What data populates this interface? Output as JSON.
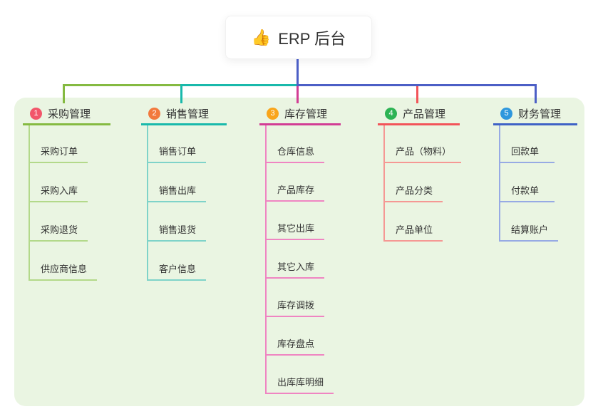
{
  "root": {
    "icon": "👍",
    "label": "ERP 后台"
  },
  "branches": [
    {
      "index": "1",
      "label": "采购管理",
      "badge_color": "#f2566a",
      "line_color": "#85ba41",
      "child_line_color": "#b3d98a",
      "children": [
        "采购订单",
        "采购入库",
        "采购退货",
        "供应商信息"
      ]
    },
    {
      "index": "2",
      "label": "销售管理",
      "badge_color": "#f2793d",
      "line_color": "#19b9ab",
      "child_line_color": "#7fd3c9",
      "children": [
        "销售订单",
        "销售出库",
        "销售退货",
        "客户信息"
      ]
    },
    {
      "index": "3",
      "label": "库存管理",
      "badge_color": "#f9a51a",
      "line_color": "#d23d94",
      "child_line_color": "#ef85c2",
      "children": [
        "仓库信息",
        "产品库存",
        "其它出库",
        "其它入库",
        "库存调拨",
        "库存盘点",
        "出库库明细"
      ]
    },
    {
      "index": "4",
      "label": "产品管理",
      "badge_color": "#2db354",
      "line_color": "#f25459",
      "child_line_color": "#f59894",
      "children": [
        "产品（物料）",
        "产品分类",
        "产品单位"
      ]
    },
    {
      "index": "5",
      "label": "财务管理",
      "badge_color": "#2e97dd",
      "line_color": "#3f62c6",
      "child_line_color": "#97aae4",
      "children": [
        "回款单",
        "付款单",
        "结算账户"
      ]
    }
  ],
  "connectors": {
    "root_color": "#4c5fc6",
    "green": "#85ba41",
    "teal": "#19b9ab",
    "magenta": "#d23d94",
    "red": "#f25459",
    "indigo": "#4c5fc6"
  },
  "panel_color": "#eaf5e2"
}
